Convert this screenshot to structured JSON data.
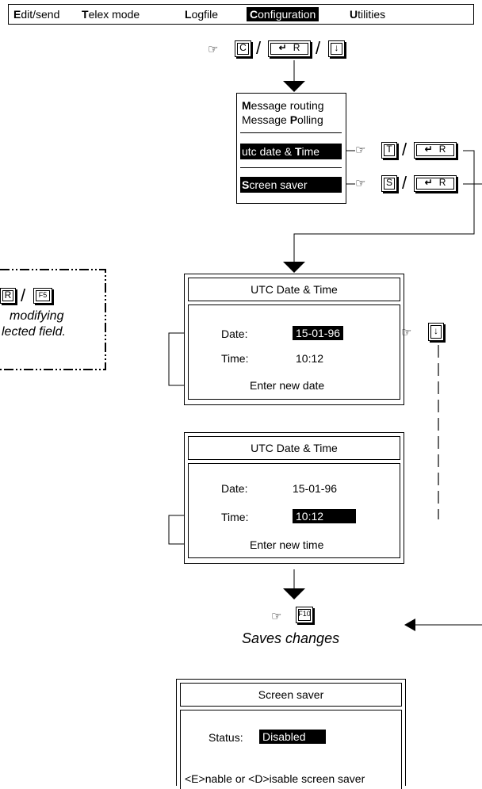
{
  "menubar": {
    "items": [
      {
        "first": "E",
        "rest": "dit/send"
      },
      {
        "first": "T",
        "rest": "elex mode"
      },
      {
        "first": "L",
        "rest": "ogfile"
      },
      {
        "first": "C",
        "rest": "onfiguration"
      },
      {
        "first": "U",
        "rest": "tilities"
      }
    ]
  },
  "keys": {
    "c": "C",
    "t": "T",
    "s": "S",
    "r": "R",
    "down": "↓",
    "f5": "F5",
    "f10": "F10",
    "enter_symbol": "↵"
  },
  "config_menu": {
    "routing_first": "M",
    "routing_rest": "essage routing",
    "polling_pre": "Message ",
    "polling_first": "P",
    "polling_rest": "olling",
    "utc_pre": "utc date & ",
    "utc_first": "T",
    "utc_rest": "ime",
    "saver_first": "S",
    "saver_rest": "creen saver"
  },
  "note": {
    "line1": "modifying",
    "line2": "lected field."
  },
  "utc_dialog_1": {
    "title": "UTC Date & Time",
    "date_label": "Date:",
    "date_value": "15-01-96",
    "time_label": "Time:",
    "time_value": "10:12",
    "hint": "Enter new date"
  },
  "utc_dialog_2": {
    "title": "UTC Date & Time",
    "date_label": "Date:",
    "date_value": "15-01-96",
    "time_label": "Time:",
    "time_value": "10:12",
    "hint": "Enter new time"
  },
  "save": {
    "caption": "Saves changes"
  },
  "saver_dialog": {
    "title": "Screen saver",
    "status_label": "Status:",
    "status_value": "Disabled",
    "hint": "<E>nable or <D>isable screen saver"
  }
}
